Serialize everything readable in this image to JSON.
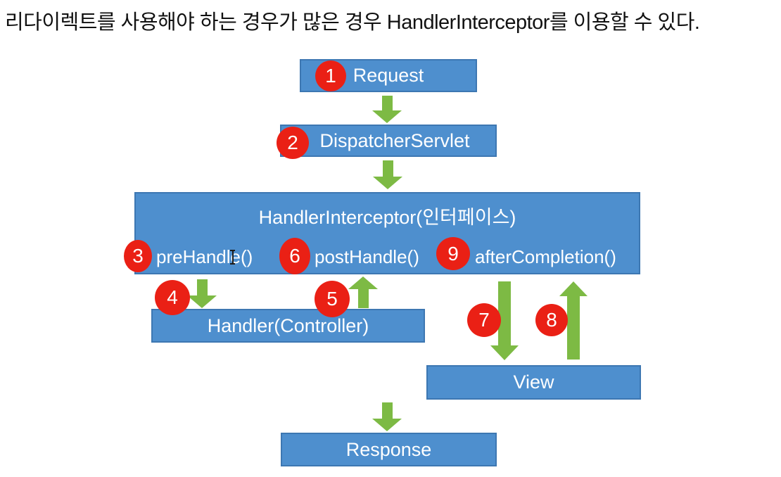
{
  "title": "리다이렉트를 사용해야 하는 경우가 많은 경우 HandlerInterceptor를 이용할 수 있다.",
  "colors": {
    "box_fill": "#4e8fce",
    "box_border": "#3d77b2",
    "arrow": "#7dba44",
    "badge": "#ea2015",
    "box_text": "#ffffff",
    "title_text": "#111111"
  },
  "flow": {
    "request": {
      "badge": "1",
      "label": "Request"
    },
    "dispatcher_servlet": {
      "badge": "2",
      "label": "DispatcherServlet"
    },
    "interceptor": {
      "label": "HandlerInterceptor(인터페이스)",
      "methods": [
        {
          "badge": "3",
          "label": "preHandle()"
        },
        {
          "badge": "6",
          "label": "postHandle()"
        },
        {
          "badge": "9",
          "label": "afterCompletion()"
        }
      ]
    },
    "handler": {
      "label": "Handler(Controller)"
    },
    "view": {
      "label": "View"
    },
    "response": {
      "label": "Response"
    },
    "arrow_badges": {
      "interceptor_to_handler": "4",
      "handler_to_interceptor": "5",
      "interceptor_to_view": "7",
      "view_to_interceptor": "8"
    }
  }
}
